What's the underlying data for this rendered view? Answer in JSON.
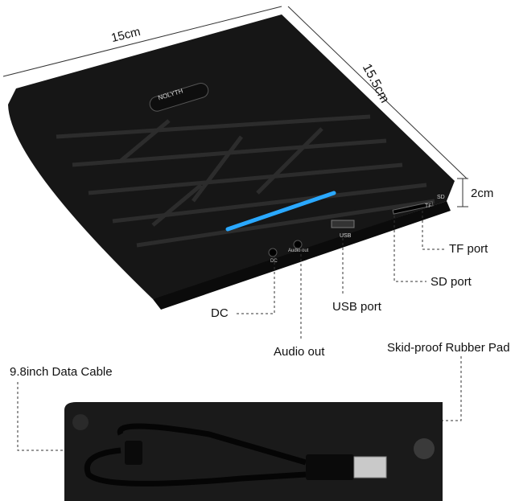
{
  "dimensions": {
    "width": "15cm",
    "depth": "15.5cm",
    "height": "2cm"
  },
  "device": {
    "brand": "NOLYTH",
    "port_markings": {
      "dc": "DC",
      "audio": "Audio out",
      "usb": "USB",
      "sd": "SD",
      "tf": "TF"
    },
    "led_color": "#2aa8ff",
    "body_color": "#161616"
  },
  "callouts": {
    "tf_port": "TF port",
    "sd_port": "SD port",
    "usb_port": "USB port",
    "dc": "DC",
    "audio_out": "Audio out",
    "rubber_pad": "Skid-proof Rubber Pad",
    "data_cable": "9.8inch Data Cable"
  }
}
